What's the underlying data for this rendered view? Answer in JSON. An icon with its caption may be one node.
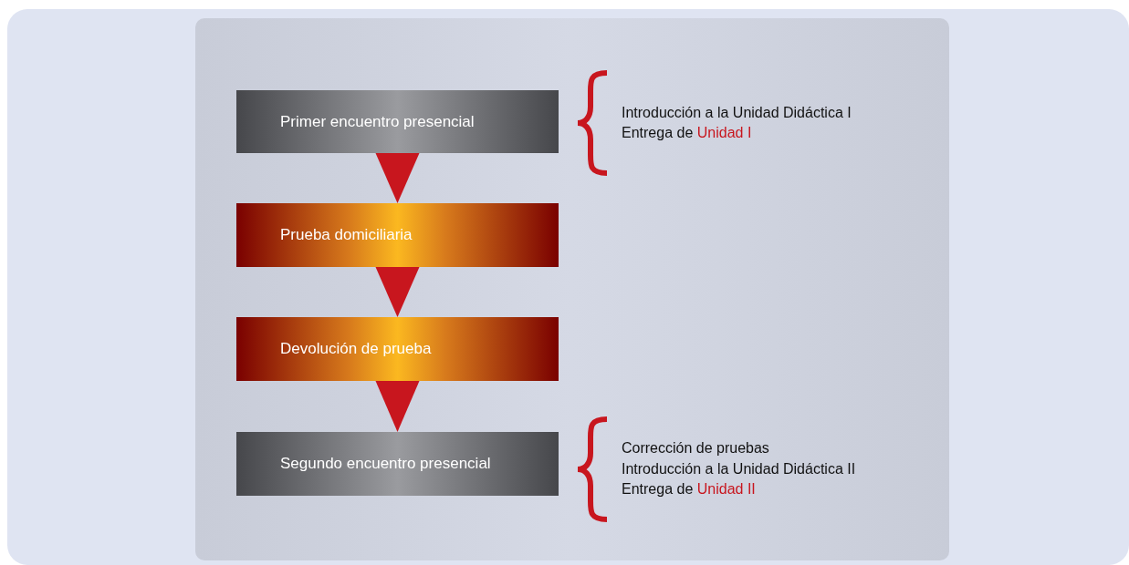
{
  "diagram": {
    "nodes": [
      {
        "text": [
          "Primer encuentro presencial"
        ],
        "beside": [
          "Introducción a la Unidad Didáctica I",
          "Entrega de *Unidad I*"
        ]
      },
      {
        "text": [
          "Prueba domiciliaria"
        ]
      },
      {
        "text": [
          "Devolución de prueba"
        ]
      },
      {
        "text": [
          "Segundo encuentro presencial"
        ],
        "beside": [
          "Corrección de pruebas",
          "Introducción a la Unidad Didáctica II",
          "Entrega de *Unidad II*"
        ]
      }
    ],
    "edges": [
      {
        "from": 0,
        "to": 1,
        "arrow": "to"
      },
      {
        "from": 1,
        "to": 2,
        "arrow": "to"
      },
      {
        "from": 2,
        "to": 3,
        "arrow": "to"
      }
    ]
  }
}
